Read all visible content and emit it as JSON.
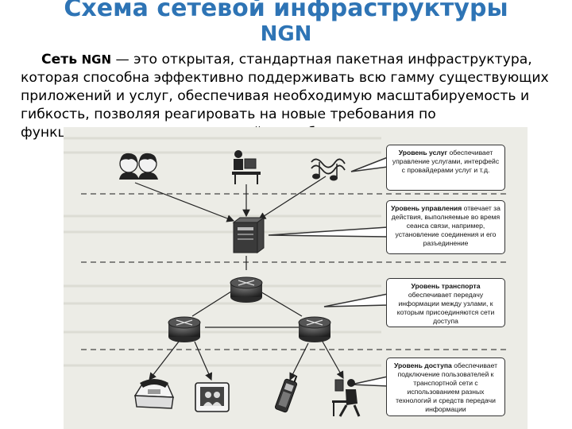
{
  "header": {
    "title_line1": "Схема сетевой инфраструктуры",
    "title_line2": "NGN"
  },
  "intro": {
    "lead": "Сеть",
    "abbr": "NGN",
    "text": " — это открытая, стандартная пакетная инфраструктура, которая способна эффективно поддерживать всю гамму существующих приложений и услуг, обеспечивая необходимую масштабируемость и гибкость, позволяя реагировать на новые требования по функциональности и пропускной способности."
  },
  "layers": [
    {
      "name": "Уровень услуг",
      "text": " обеспечивает управление услугами, интерфейс с провайдерами услуг и т.д."
    },
    {
      "name": "Уровень управления",
      "text": " отвечает за действия, выполняемые во время сеанса связи, например, установление соединения и его разъединение"
    },
    {
      "name": "Уровень транспорта",
      "text": " обеспечивает передачу информации между узлами, к которым присоединяются сети доступа"
    },
    {
      "name": "Уровень доступа",
      "text": " обеспечивает подключение пользователей к транспортной сети с использованием разных технологий и средств передачи информации"
    }
  ],
  "icons": {
    "service": [
      "users-icon",
      "workstation-icon",
      "music-icon"
    ],
    "control": "server-icon",
    "transport": [
      "router-icon",
      "router-icon",
      "router-icon"
    ],
    "access": [
      "telephone-icon",
      "videophone-icon",
      "mobile-phone-icon",
      "pc-user-icon"
    ]
  },
  "colors": {
    "title": "#2e74b5",
    "figure_background": "#ecece6",
    "router": "#333333"
  }
}
